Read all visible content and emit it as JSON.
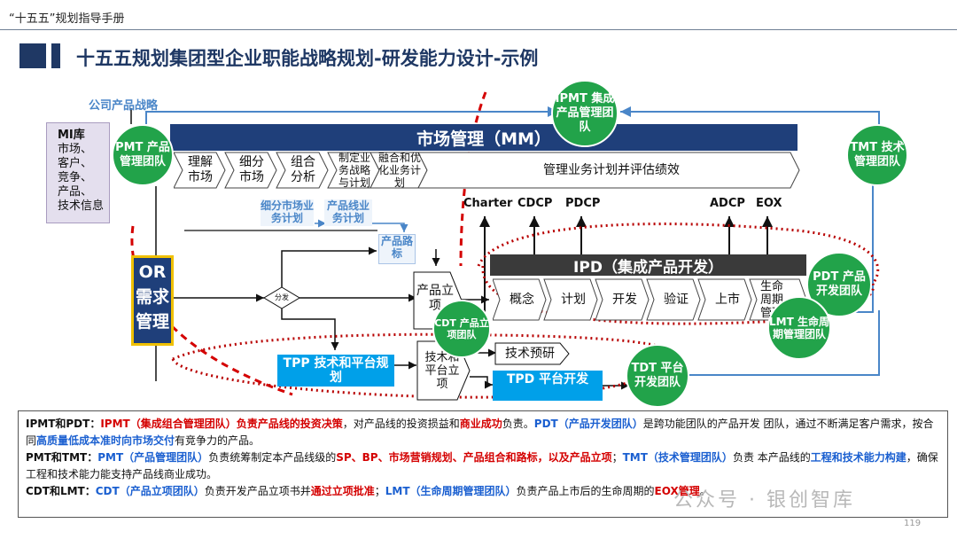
{
  "header": {
    "doc_title": "“十五五”规划指导手册"
  },
  "page_title": "十五五规划集团型企业职能战略规划-研发能力设计-示例",
  "diagram": {
    "company_strategy": "公司产品战略",
    "mi_box": {
      "title": "MI库",
      "lines": [
        "市场、",
        "客户、",
        "竞争、",
        "产品、",
        "技术信息"
      ]
    },
    "teams": {
      "pmt": "PMT 产品管理团队",
      "ipmt": "IPMT 集成产品管理团队",
      "tmt": "TMT 技术管理团队",
      "pdt": "PDT 产品开发团队",
      "cdt": "CDT 产品立项团队",
      "lmt": "LMT 生命周期管理团队",
      "tdt": "TDT 平台开发团队"
    },
    "mm_bar": "市场管理（MM）",
    "mm_steps": [
      "理解市场",
      "细分市场",
      "组合分析",
      "制定业务战略与计划",
      "融合和优化业务计划",
      "管理业务计划并评估绩效"
    ],
    "sub_labels": [
      "细分市场业务计划",
      "产品线业务计划",
      "产品路标"
    ],
    "or_box": "OR需求管理",
    "diamond": "分发",
    "decisions": [
      "Charter",
      "CDCP",
      "PDCP",
      "ADCP",
      "EOX"
    ],
    "ipd_bar": "IPD（集成产品开发）",
    "ipd_steps": [
      "概念",
      "计划",
      "开发",
      "验证",
      "上市",
      "生命周期管理"
    ],
    "product_initiation": "产品立项",
    "tech_initiation": "技术和平台立项",
    "tpp": "TPP 技术和平台规划",
    "tech_research": "技术预研",
    "tpd": "TPD 平台开发"
  },
  "notes": {
    "l1": [
      [
        "IPMT和PDT：",
        "blk"
      ],
      [
        "IPMT（集成组合管理团队）负责产品线的投资决策",
        "red"
      ],
      [
        "，对产品线的投资损益和",
        ""
      ],
      [
        "商业成功",
        "red"
      ],
      [
        "负责。",
        ""
      ],
      [
        "PDT（产品开发团队）",
        "blu"
      ],
      [
        "是跨功能团队的产品开发 团队，通过不断满足客户需求，按合同",
        ""
      ],
      [
        "高质量低成本准时向市场交付",
        "blu"
      ],
      [
        "有竞争力的产品。",
        ""
      ]
    ],
    "l2": [
      [
        "PMT和TMT：",
        "blk"
      ],
      [
        "PMT（产品管理团队）",
        "blu"
      ],
      [
        "负责统筹制定本产品线级的",
        ""
      ],
      [
        "SP、BP、市场营销规划、产品组合和路标，以及产品立项",
        "red"
      ],
      [
        "；",
        ""
      ],
      [
        "TMT（技术管理团队）",
        "blu"
      ],
      [
        "负责 本产品线的",
        ""
      ],
      [
        "工程和技术能力构建",
        "blu"
      ],
      [
        "，确保工程和技术能力能支持产品线商业成功。",
        ""
      ]
    ],
    "l3": [
      [
        "CDT和LMT：",
        "blk"
      ],
      [
        "CDT（产品立项团队）",
        "blu"
      ],
      [
        "负责开发产品立项书并",
        ""
      ],
      [
        "通过立项批准",
        "red"
      ],
      [
        "；",
        ""
      ],
      [
        "LMT（生命周期管理团队）",
        "blu"
      ],
      [
        "负责产品上市后的生命周期的",
        ""
      ],
      [
        "EOX管理",
        "red"
      ],
      [
        "。",
        ""
      ]
    ]
  },
  "watermark": "公众号 · 银创智库",
  "page_number": "119",
  "colors": {
    "navy": "#1f3f7a",
    "green": "#22a34a",
    "cyan": "#00a0e9",
    "red_dash": "#d40000",
    "blue_link": "#4a86c8"
  }
}
